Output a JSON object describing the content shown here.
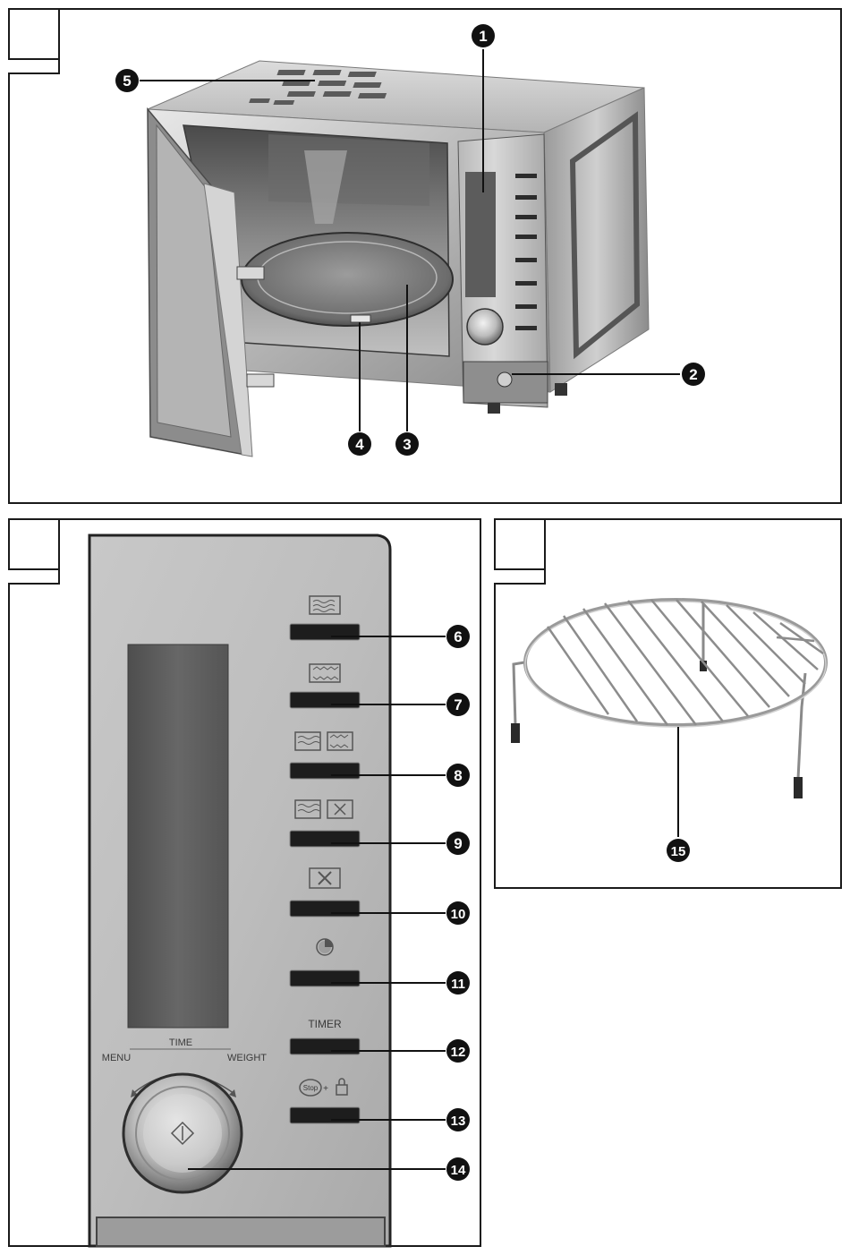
{
  "figures": [
    {
      "id": "figure-1",
      "tab_label": "",
      "callouts": [
        "1",
        "2",
        "3",
        "4",
        "5"
      ]
    },
    {
      "id": "figure-2",
      "tab_label": "",
      "callouts": [
        "6",
        "7",
        "8",
        "9",
        "10",
        "11",
        "12",
        "13",
        "14"
      ],
      "panel_text": {
        "time": "TIME",
        "menu": "MENU",
        "weight": "WEIGHT",
        "timer": "TIMER",
        "stop_lock": "Stop"
      }
    },
    {
      "id": "figure-3",
      "tab_label": "",
      "callouts": [
        "15"
      ]
    }
  ],
  "colors": {
    "frame": "#1a1a1a",
    "steel_light": "#d4d4d4",
    "steel_mid": "#a8a8a8",
    "steel_dark": "#6e6e6e",
    "display": "#5c5c5c",
    "callout_fill": "#111111"
  }
}
